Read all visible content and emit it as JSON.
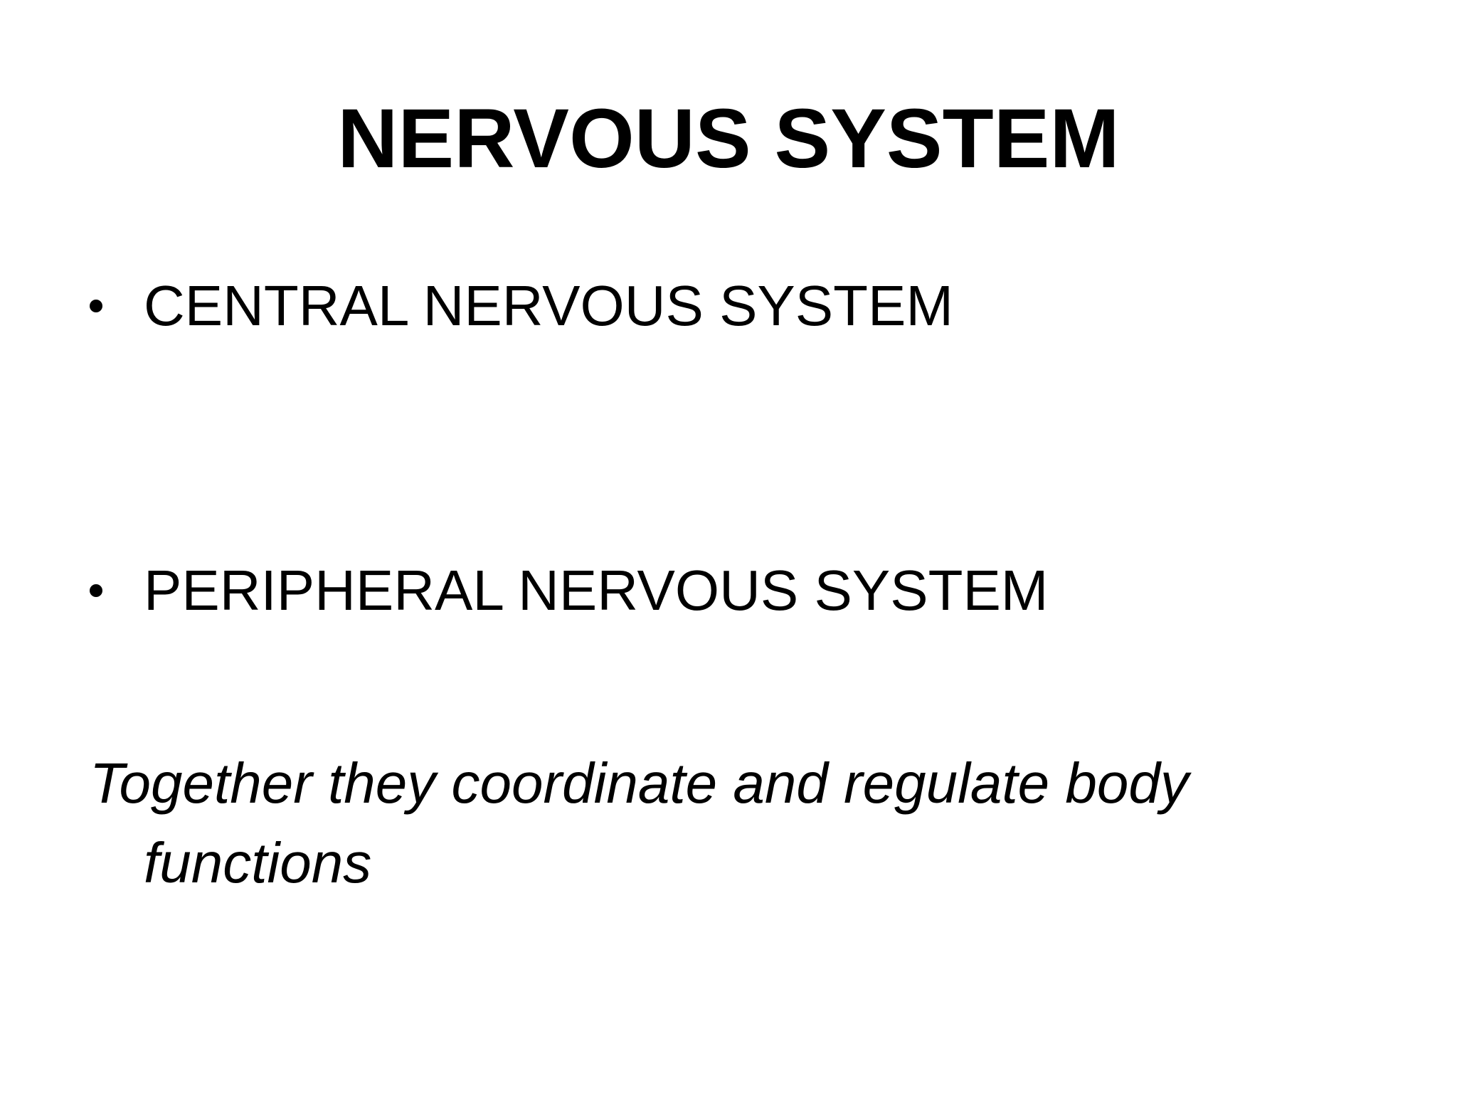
{
  "slide": {
    "title": "NERVOUS SYSTEM",
    "bullets": [
      "CENTRAL NERVOUS SYSTEM",
      "PERIPHERAL NERVOUS SYSTEM"
    ],
    "note": {
      "line1": "Together they coordinate and regulate body",
      "line2": "functions"
    }
  }
}
